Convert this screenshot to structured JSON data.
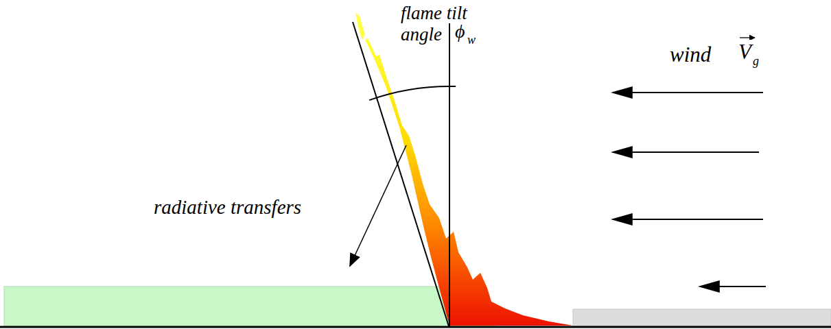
{
  "diagram": {
    "labels": [
      "flame tilt angle",
      "ϕ",
      "w",
      "wind",
      "V",
      "g",
      "radiative transfers"
    ]
  }
}
